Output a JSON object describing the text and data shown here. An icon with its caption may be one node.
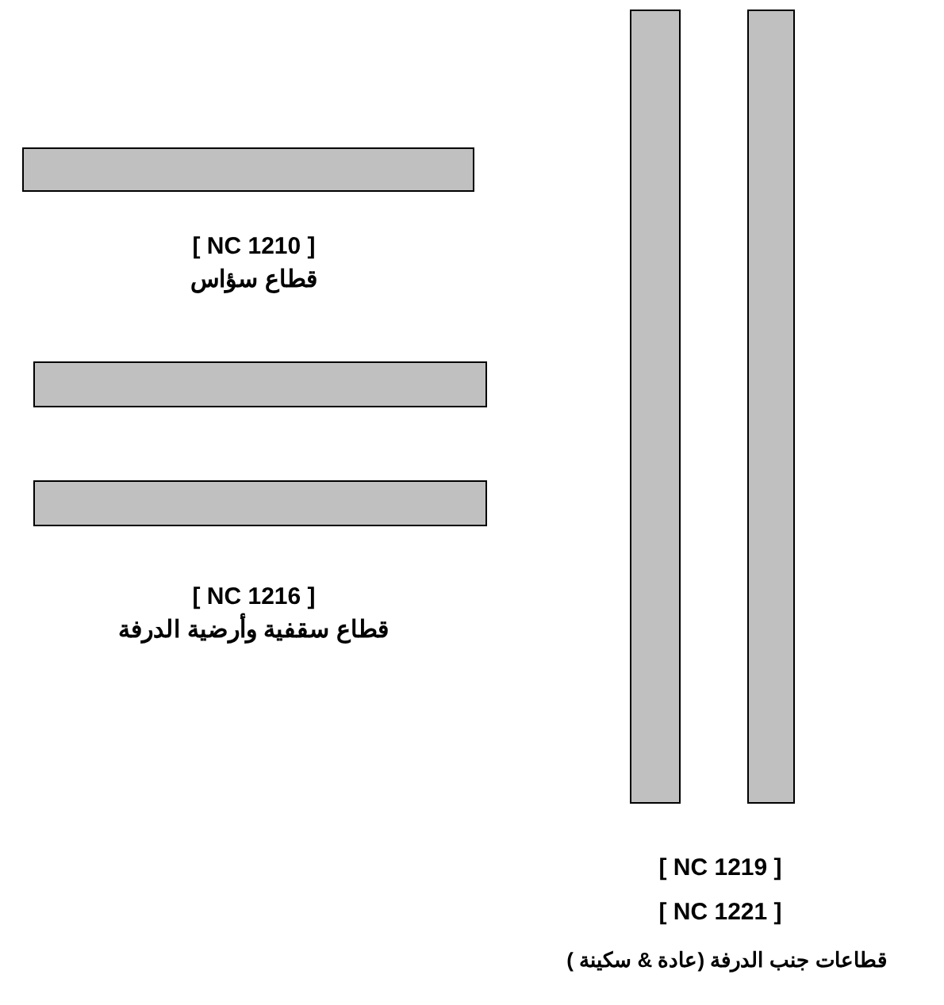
{
  "diagram": {
    "nodes": [
      {
        "text": [],
        "shape": "bar"
      },
      {
        "text": [],
        "shape": "bar"
      },
      {
        "text": [],
        "shape": "bar"
      },
      {
        "text": [],
        "shape": "bar"
      },
      {
        "text": [],
        "shape": "bar"
      }
    ],
    "labels": [
      "[ NC 1210 ]",
      "قطاع سؤاس",
      "[ NC 1216 ]",
      "قطاع سقفية وأرضية الدرفة",
      "[ NC 1219 ]",
      "[ NC 1221 ]",
      "قطاعات جنب الدرفة (عادة & سكينة )"
    ]
  }
}
